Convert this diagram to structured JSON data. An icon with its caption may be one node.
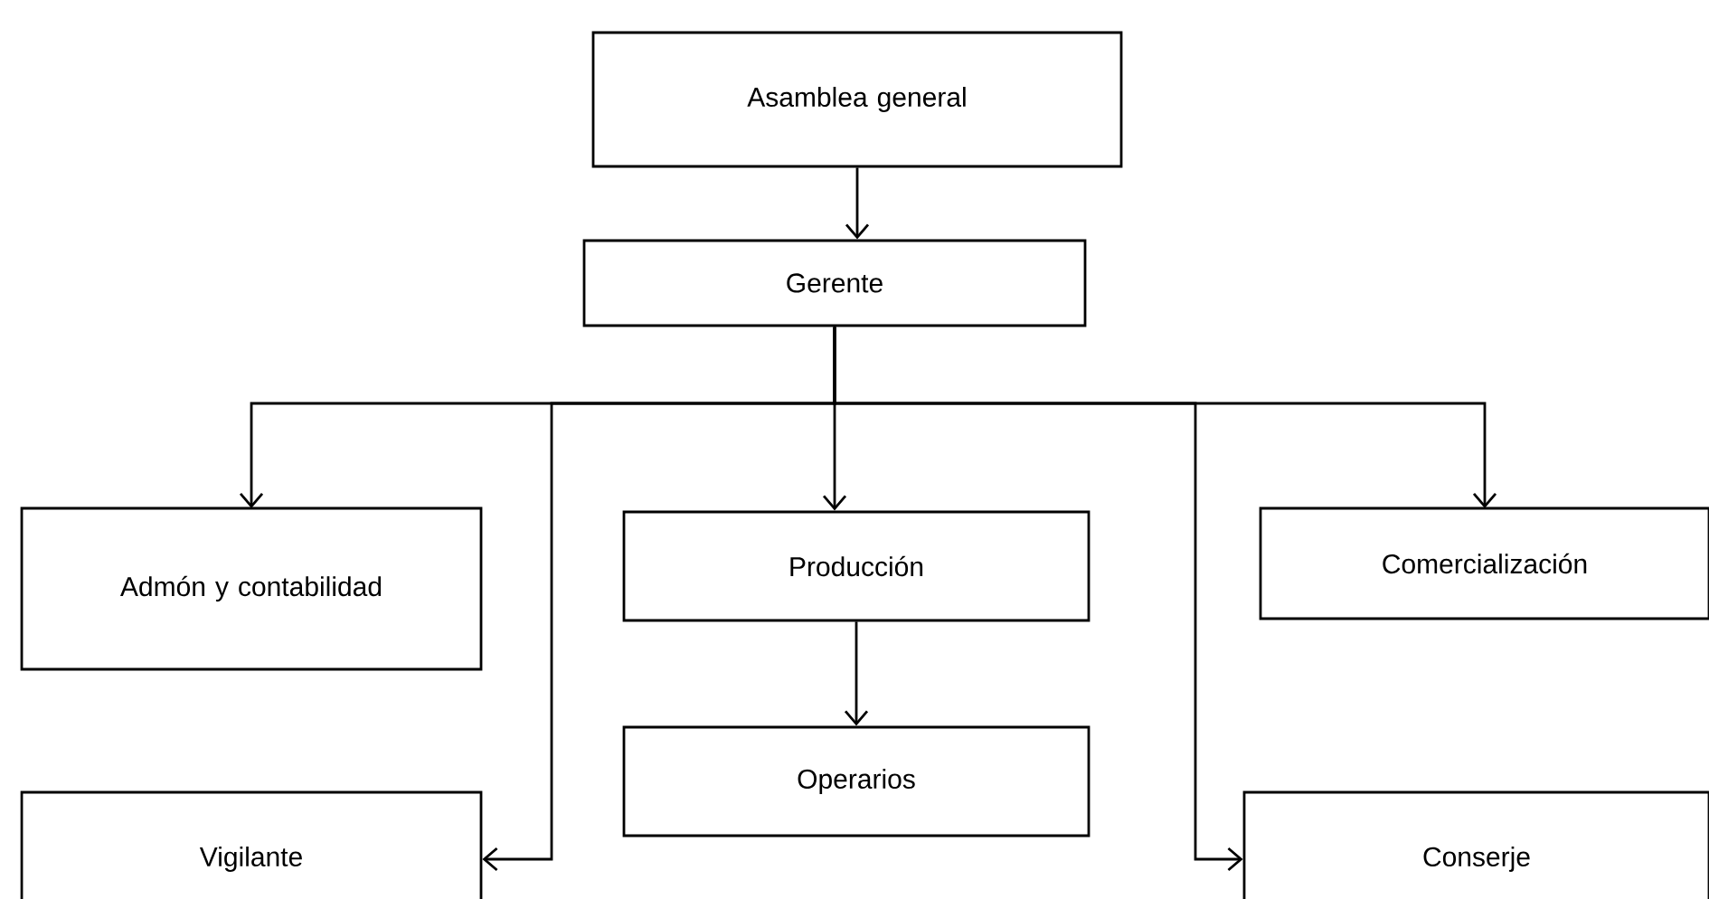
{
  "diagram": {
    "nodes": [
      {
        "text": [
          "Asamblea general"
        ]
      },
      {
        "text": [
          "Gerente"
        ]
      },
      {
        "text": [
          "Admón y contabilidad"
        ]
      },
      {
        "text": [
          "Producción"
        ]
      },
      {
        "text": [
          "Comercialización"
        ]
      },
      {
        "text": [
          "Operarios"
        ]
      },
      {
        "text": [
          "Vigilante"
        ]
      },
      {
        "text": [
          "Conserje"
        ]
      }
    ],
    "edges": [
      {
        "from": 0,
        "to": 1,
        "arrow": "to"
      },
      {
        "from": 1,
        "to": 2,
        "arrow": "to"
      },
      {
        "from": 1,
        "to": 3,
        "arrow": "to"
      },
      {
        "from": 1,
        "to": 4,
        "arrow": "to"
      },
      {
        "from": 1,
        "to": 6,
        "arrow": "to"
      },
      {
        "from": 1,
        "to": 7,
        "arrow": "to"
      },
      {
        "from": 3,
        "to": 5,
        "arrow": "to"
      }
    ]
  }
}
